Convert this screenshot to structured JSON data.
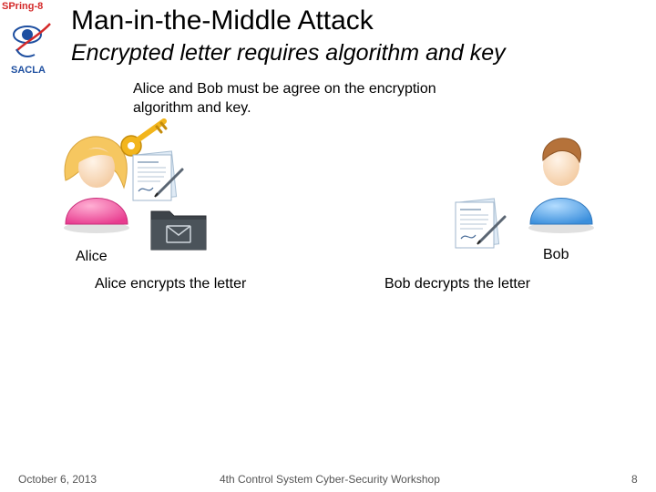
{
  "header": {
    "logo_text_top": "SPring-8",
    "logo_text_bottom": "SACLA",
    "title": "Man-in-the-Middle Attack",
    "subtitle": "Encrypted letter requires algorithm and key"
  },
  "main": {
    "note": "Alice and Bob must be agree on the encryption algorithm and key.",
    "alice_label": "Alice",
    "bob_label": "Bob",
    "alice_caption": "Alice encrypts the letter",
    "bob_caption": "Bob decrypts the letter"
  },
  "footer": {
    "date": "October 6, 2013",
    "event": "4th Control System Cyber-Security Workshop",
    "page": "8"
  },
  "icons": {
    "logo": "spring8-sacla-logo",
    "alice": "female-user-icon",
    "bob": "male-user-icon",
    "key": "key-icon",
    "alice_document": "signed-document-icon",
    "folder": "mail-folder-icon",
    "bob_document": "signed-document-icon"
  },
  "colors": {
    "alice_body": "#e83c8f",
    "alice_hair": "#f6c760",
    "bob_body": "#3b8fdc",
    "bob_hair": "#b5723a",
    "key": "#f2b51c",
    "folder": "#3d4349",
    "logo_red": "#d42a2a",
    "logo_blue": "#1e4fa0"
  }
}
